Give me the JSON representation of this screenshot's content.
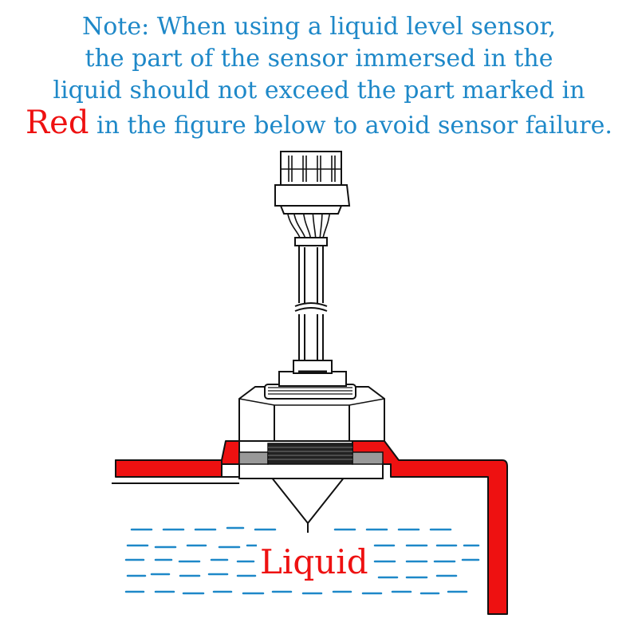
{
  "note": {
    "line1": "Note: When using a liquid level sensor,",
    "line2": "the part of the sensor immersed in the",
    "line3": "liquid should not exceed the part marked in",
    "highlight": "Red",
    "line4_rest": " in the figure below to avoid sensor failure."
  },
  "labels": {
    "liquid": "Liquid"
  },
  "colors": {
    "note_text": "#1e88c8",
    "marked_part": "#ee1111",
    "liquid_dashes": "#1e88c8",
    "outline": "#111111"
  }
}
